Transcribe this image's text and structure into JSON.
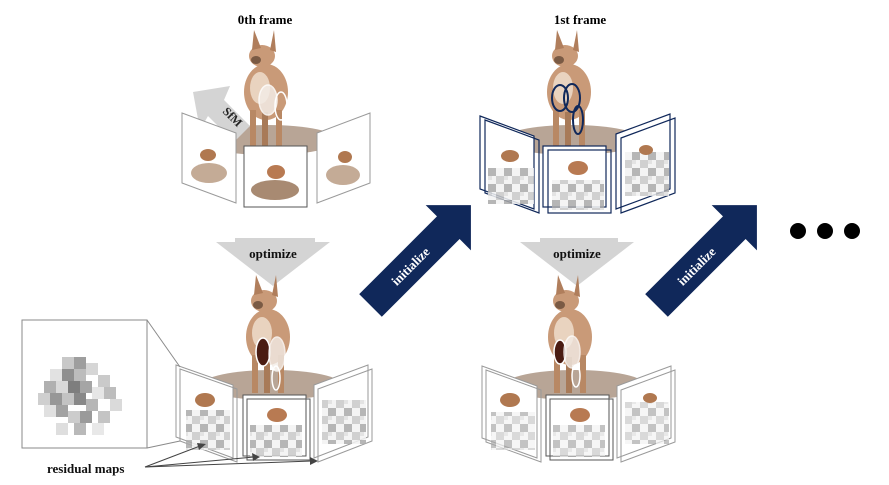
{
  "frames": [
    {
      "title": "0th frame"
    },
    {
      "title": "1st frame"
    }
  ],
  "steps": {
    "sfm": "SfM",
    "optimize_0": "optimize",
    "optimize_1": "optimize",
    "initialize_1": "initialize",
    "initialize_2": "initialize"
  },
  "callout": {
    "label": "residual maps"
  },
  "continuation": "ellipsis-dots",
  "colors": {
    "navy": "#10285a",
    "gray_arrow": "#d4d4d4",
    "fox": "#c99a78",
    "platform": "#b8a596"
  }
}
